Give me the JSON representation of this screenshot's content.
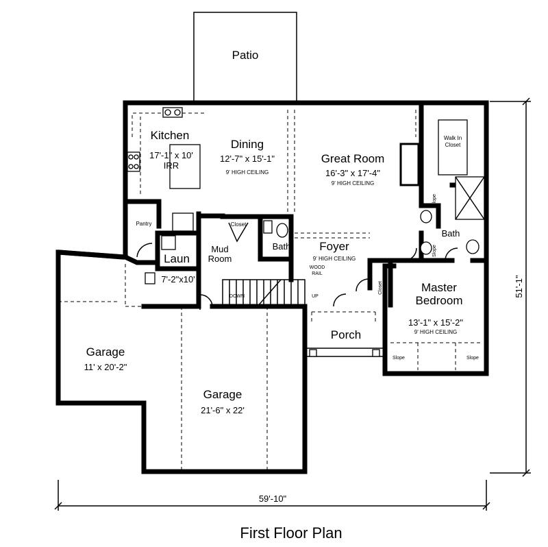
{
  "plan": {
    "title": "First Floor Plan",
    "dimensions": {
      "width": "59'-10\"",
      "depth": "51'-1\""
    },
    "rooms": {
      "patio": {
        "name": "Patio"
      },
      "kitchen": {
        "name": "Kitchen",
        "size": "17'-1\" x 10'",
        "note": "IRR"
      },
      "dining": {
        "name": "Dining",
        "size": "12'-7\" x 15'-1\"",
        "ceiling": "9' HIGH CEILING"
      },
      "great_room": {
        "name": "Great Room",
        "size": "16'-3\" x 17'-4\"",
        "ceiling": "9' HIGH CEILING"
      },
      "walk_in_closet": {
        "name_line1": "Walk In",
        "name_line2": "Closet"
      },
      "master_bath": {
        "name": "Bath"
      },
      "pantry": {
        "name": "Pantry"
      },
      "closet_mud": {
        "name": "Closet"
      },
      "bath": {
        "name": "Bath"
      },
      "laun": {
        "name": "Laun",
        "size": "7'-2\"x10'"
      },
      "mud_room": {
        "name_line1": "Mud",
        "name_line2": "Room"
      },
      "foyer": {
        "name": "Foyer",
        "ceiling": "9' HIGH CEILING",
        "rail_line1": "WOOD",
        "rail_line2": "RAIL"
      },
      "closet_foyer": {
        "name": "Closet"
      },
      "master_bedroom": {
        "name_line1": "Master",
        "name_line2": "Bedroom",
        "size": "13'-1\" x 15'-2\"",
        "ceiling": "9' HIGH CEILING"
      },
      "porch": {
        "name": "Porch"
      },
      "garage_small": {
        "name": "Garage",
        "size": "11' x 20'-2\""
      },
      "garage_large": {
        "name": "Garage",
        "size": "21'-6\" x 22'"
      }
    },
    "stairs": {
      "down": "DOWN",
      "up": "UP"
    },
    "slopes": {
      "left": "Slope",
      "right": "Slope",
      "bath_upper": "Slope",
      "bath_lower": "Slope"
    }
  }
}
